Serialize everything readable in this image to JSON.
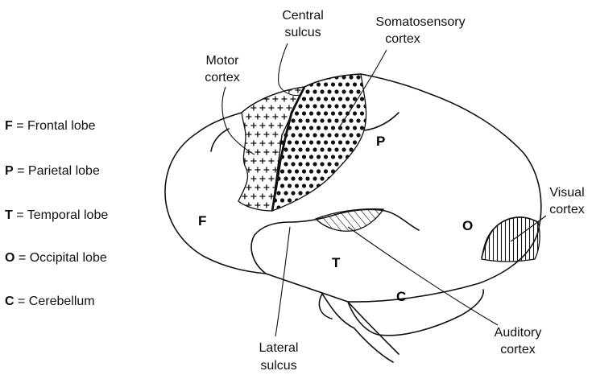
{
  "legend": [
    {
      "abbr": "F",
      "sep": " = ",
      "name": "Frontal lobe"
    },
    {
      "abbr": "P",
      "sep": " = ",
      "name": "Parietal lobe"
    },
    {
      "abbr": "T",
      "sep": " = ",
      "name": "Temporal lobe"
    },
    {
      "abbr": "O",
      "sep": " = ",
      "name": "Occipital lobe"
    },
    {
      "abbr": "C",
      "sep": " = ",
      "name": "Cerebellum"
    }
  ],
  "region_letters": {
    "frontal": "F",
    "parietal": "P",
    "temporal": "T",
    "occipital": "O",
    "cerebellum": "C"
  },
  "callouts": {
    "central_sulcus": [
      "Central",
      "sulcus"
    ],
    "somatosensory_cortex": [
      "Somatosensory",
      "cortex"
    ],
    "motor_cortex": [
      "Motor",
      "cortex"
    ],
    "visual_cortex": [
      "Visual",
      "cortex"
    ],
    "auditory_cortex": [
      "Auditory",
      "cortex"
    ],
    "lateral_sulcus": [
      "Lateral",
      "sulcus"
    ]
  },
  "colors": {
    "ink": "#111111",
    "background": "#ffffff"
  },
  "patterns": {
    "motor_cortex": "plus-signs",
    "somatosensory_cortex": "dots",
    "auditory_cortex": "diagonal-hatch",
    "visual_cortex": "vertical-hatch"
  }
}
